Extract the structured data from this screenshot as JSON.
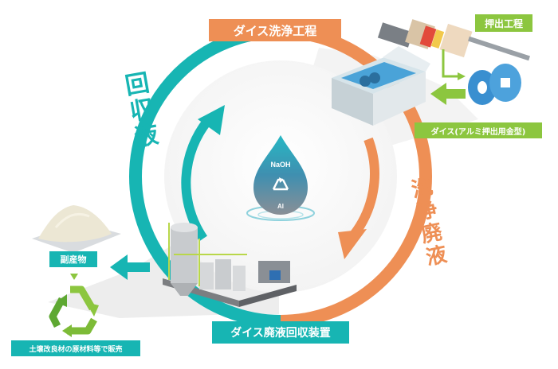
{
  "labels": {
    "die_cleaning_process": "ダイス洗浄工程",
    "extrusion_process": "押出工程",
    "die_caption": "ダイス(アルミ押出用金型)",
    "recovery_system": "ダイス廃液回収装置",
    "recovered_liquid": "回収液",
    "waste_cleaning_liquid": "洗浄廃液",
    "byproduct": "副産物",
    "sales_use": "土壌改良材の原材料等で販売"
  },
  "drop": {
    "top_text": "NaOH",
    "bottom_text": "Al"
  },
  "icons": [
    "recycle-icon",
    "recycle-icon-large"
  ],
  "colors": {
    "teal": "#17b5b3",
    "orange": "#ee8f55",
    "green": "#8cc63f",
    "green_dark": "#5ea832",
    "gray_bg": "#eeeeee"
  }
}
